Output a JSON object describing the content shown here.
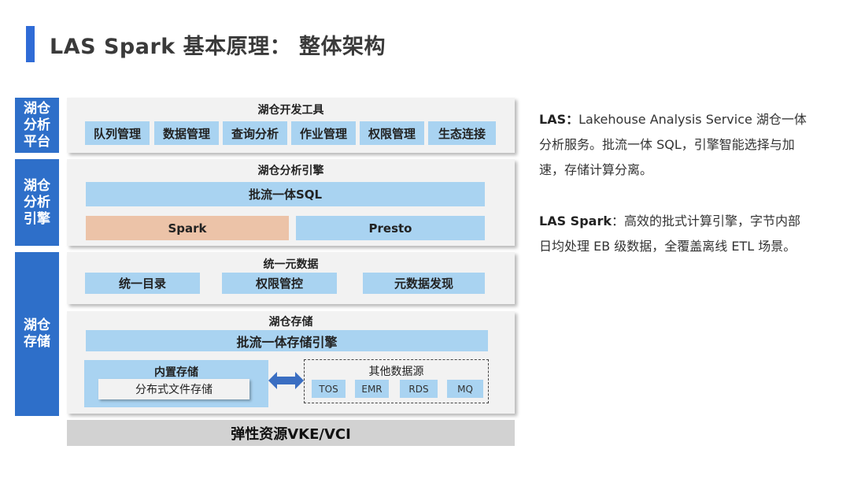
{
  "title": "LAS Spark 基本原理： 整体架构",
  "sides": {
    "platform": "湖仓分析平台",
    "engine": "湖仓分析引擎",
    "storage": "湖仓存储"
  },
  "dev_tools": {
    "title": "湖仓开发工具",
    "items": [
      "队列管理",
      "数据管理",
      "查询分析",
      "作业管理",
      "权限管理",
      "生态连接"
    ]
  },
  "engine": {
    "title": "湖仓分析引擎",
    "unified": "批流一体SQL",
    "spark": "Spark",
    "presto": "Presto"
  },
  "metadata": {
    "title": "统一元数据",
    "items": [
      "统一目录",
      "权限管控",
      "元数据发现"
    ]
  },
  "storage": {
    "title": "湖仓存储",
    "engine": "批流一体存储引擎",
    "builtin_label": "内置存储",
    "builtin_item": "分布式文件存储",
    "others_label": "其他数据源",
    "others": [
      "TOS",
      "EMR",
      "RDS",
      "MQ"
    ]
  },
  "resources": "弹性资源VKE/VCI",
  "description": {
    "p1_head": "LAS：",
    "p1_body": "Lakehouse Analysis Service 湖仓一体分析服务。批流一体 SQL，引擎智能选择与加速，存储计算分离。",
    "p2_head": "LAS Spark",
    "p2_body": "：高效的批式计算引擎，字节内部日均处理 EB 级数据，全覆盖离线 ETL 场景。"
  },
  "colors": {
    "accent": "#2f6bd6",
    "side": "#2e6fc9",
    "light_blue": "#a9d3f1",
    "spark": "#ecc3a8",
    "panel": "#f2f2f2",
    "resource_bar": "#d2d2d2"
  }
}
